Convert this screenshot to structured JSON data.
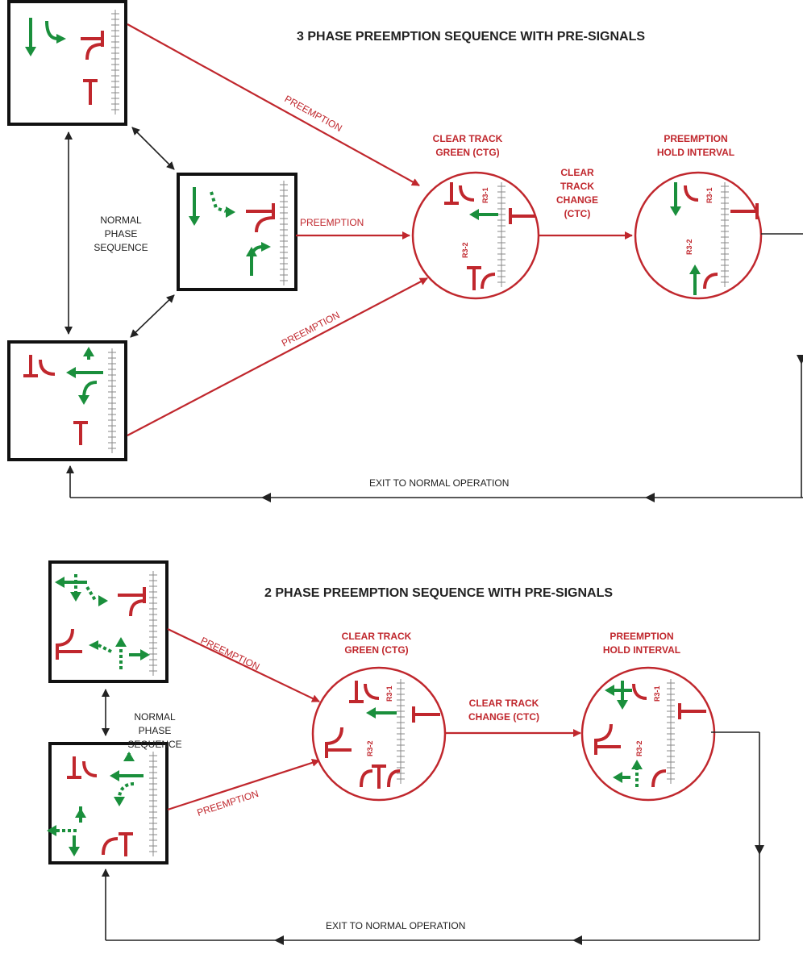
{
  "top": {
    "title": "3 PHASE PREEMPTION SEQUENCE WITH PRE-SIGNALS",
    "normal_label": [
      "NORMAL",
      "PHASE",
      "SEQUENCE"
    ],
    "preemption_label": "PREEMPTION",
    "ctg_label": [
      "CLEAR TRACK",
      "GREEN (CTG)"
    ],
    "ctc_label": [
      "CLEAR",
      "TRACK",
      "CHANGE",
      "(CTC)"
    ],
    "hold_label": [
      "PREEMPTION",
      "HOLD INTERVAL"
    ],
    "exit_label": "EXIT TO NORMAL OPERATION",
    "sign_r31": "R3-1",
    "sign_r32": "R3-2"
  },
  "bottom": {
    "title": "2 PHASE PREEMPTION SEQUENCE WITH PRE-SIGNALS",
    "normal_label": [
      "NORMAL",
      "PHASE",
      "SEQUENCE"
    ],
    "preemption_label": "PREEMPTION",
    "ctg_label": [
      "CLEAR TRACK",
      "GREEN (CTG)"
    ],
    "ctc_label": [
      "CLEAR TRACK",
      "CHANGE (CTC)"
    ],
    "hold_label": [
      "PREEMPTION",
      "HOLD INTERVAL"
    ],
    "exit_label": "EXIT TO NORMAL OPERATION",
    "sign_r31": "R3-1",
    "sign_r32": "R3-2"
  },
  "colors": {
    "red": "#c0272d",
    "green": "#1a8f3c",
    "black": "#111111"
  }
}
